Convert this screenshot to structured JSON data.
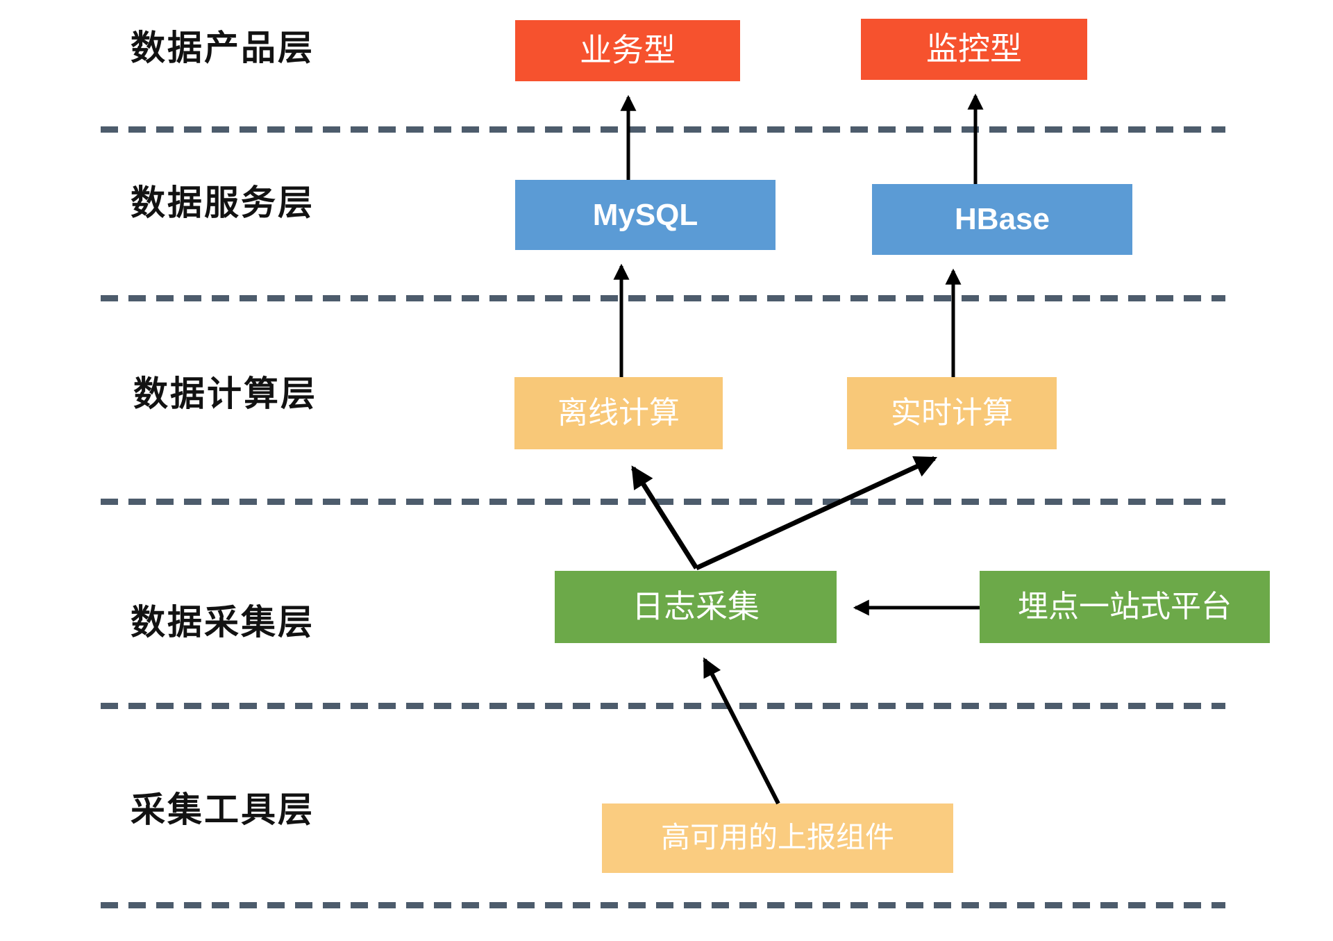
{
  "layers": [
    {
      "label": "数据产品层"
    },
    {
      "label": "数据服务层"
    },
    {
      "label": "数据计算层"
    },
    {
      "label": "数据采集层"
    },
    {
      "label": "采集工具层"
    }
  ],
  "nodes": {
    "business": {
      "label": "业务型",
      "color": "#F6522E"
    },
    "monitor": {
      "label": "监控型",
      "color": "#F6522E"
    },
    "mysql": {
      "label": "MySQL",
      "color": "#5B9BD5"
    },
    "hbase": {
      "label": "HBase",
      "color": "#5B9BD5"
    },
    "offline": {
      "label": "离线计算",
      "color": "#F8C878"
    },
    "realtime": {
      "label": "实时计算",
      "color": "#F8C878"
    },
    "log": {
      "label": "日志采集",
      "color": "#6CA949"
    },
    "platform": {
      "label": "埋点一站式平台",
      "color": "#6CA949"
    },
    "reporter": {
      "label": "高可用的上报组件",
      "color": "#FACC80"
    }
  },
  "edges": [
    {
      "from": "MySQL",
      "to": "业务型"
    },
    {
      "from": "HBase",
      "to": "监控型"
    },
    {
      "from": "离线计算",
      "to": "MySQL"
    },
    {
      "from": "实时计算",
      "to": "HBase"
    },
    {
      "from": "日志采集",
      "to": "离线计算"
    },
    {
      "from": "日志采集",
      "to": "实时计算"
    },
    {
      "from": "埋点一站式平台",
      "to": "日志采集"
    },
    {
      "from": "高可用的上报组件",
      "to": "日志采集"
    }
  ],
  "colors": {
    "separator": "#4D5C6C",
    "arrow": "#000000",
    "label_text": "#121212",
    "node_text": "#FFFFFF",
    "background": "#FFFFFF"
  }
}
